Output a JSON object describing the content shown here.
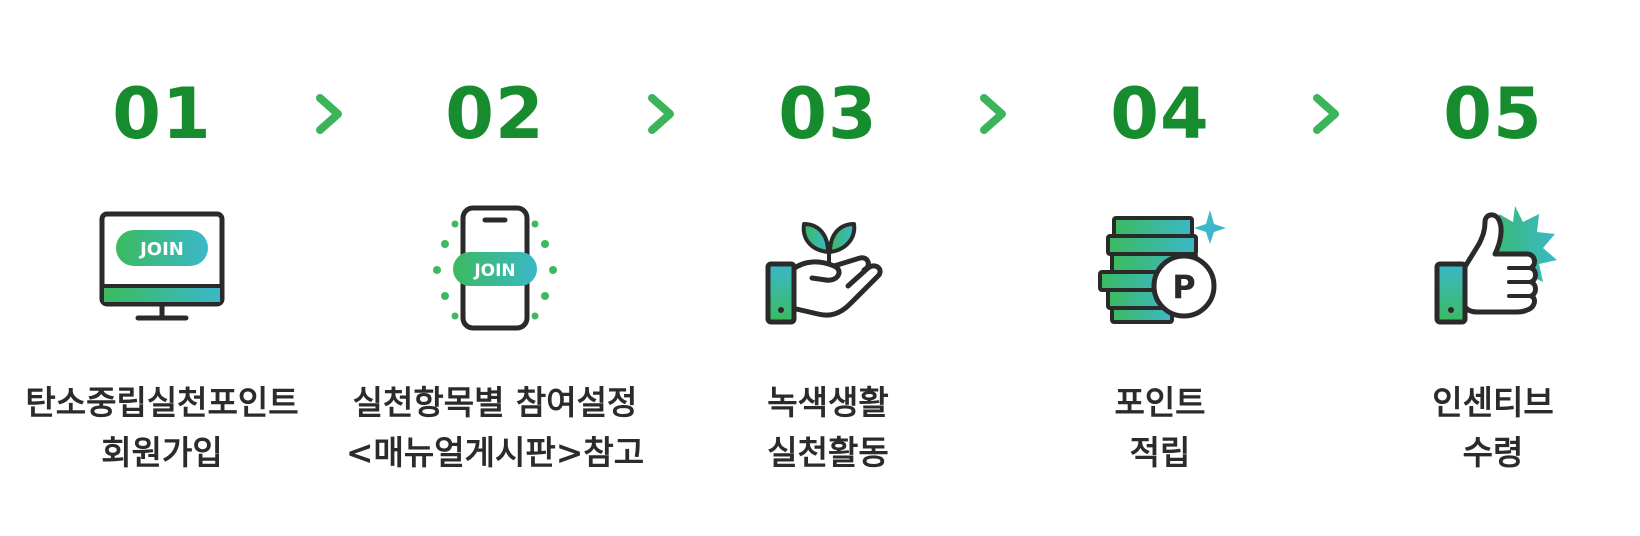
{
  "colors": {
    "accent": "#178c2f",
    "arrow": "#3cb45a",
    "text": "#2b2b2b",
    "gradient_start": "#3bba5f",
    "gradient_end": "#3bb8c9",
    "outline": "#2a2a2a"
  },
  "steps": [
    {
      "number": "01",
      "icon": "monitor-join-icon",
      "badge": "JOIN",
      "label_line1": "탄소중립실천포인트",
      "label_line2": "회원가입"
    },
    {
      "number": "02",
      "icon": "phone-join-icon",
      "badge": "JOIN",
      "label_line1": "실천항목별 참여설정",
      "label_line2": "<매뉴얼게시판>참고"
    },
    {
      "number": "03",
      "icon": "hand-sprout-icon",
      "label_line1": "녹색생활",
      "label_line2": "실천활동"
    },
    {
      "number": "04",
      "icon": "coin-stack-point-icon",
      "badge": "P",
      "label_line1": "포인트",
      "label_line2": "적립"
    },
    {
      "number": "05",
      "icon": "thumbs-up-icon",
      "label_line1": "인센티브",
      "label_line2": "수령"
    }
  ]
}
